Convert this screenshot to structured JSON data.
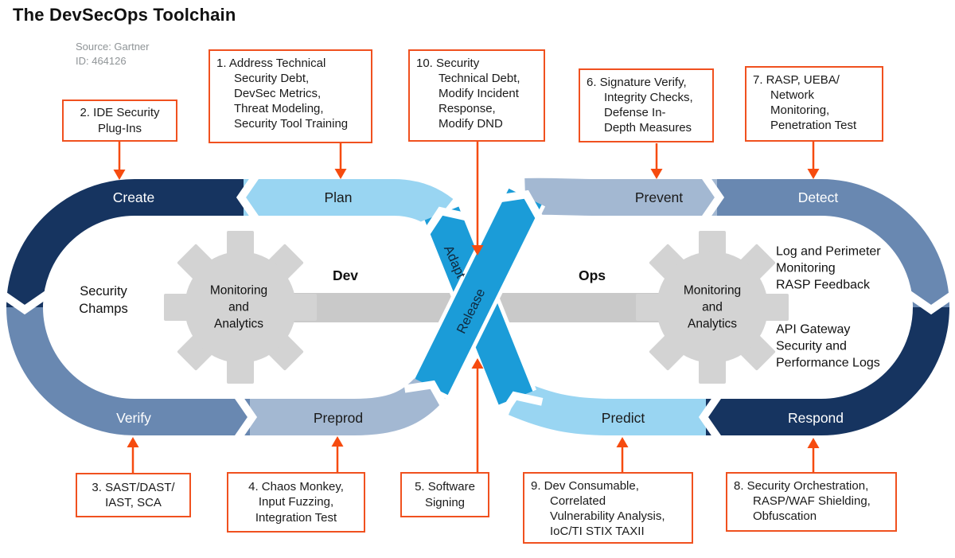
{
  "title": "The DevSecOps Toolchain",
  "source": {
    "line1": "Source: Gartner",
    "line2": "ID: 464126"
  },
  "colors": {
    "navy": "#163460",
    "slate": "#6988B1",
    "pale_blue": "#A3B8D2",
    "light_blue": "#99D5F2",
    "bright_blue": "#1B9CD8",
    "gear_gray": "#D3D3D3",
    "bar_gray": "#C9C9C9",
    "accent_orange": "#F0511F",
    "text_dark": "#1A1A1A",
    "text_light": "#FFFFFF"
  },
  "phases": {
    "create": "Create",
    "plan": "Plan",
    "prevent": "Prevent",
    "detect": "Detect",
    "verify": "Verify",
    "preprod": "Preprod",
    "predict": "Predict",
    "respond": "Respond",
    "adapt": "Adapt",
    "release": "Release"
  },
  "inner": {
    "dev": "Dev",
    "ops": "Ops",
    "security_champs": [
      "Security",
      "Champs"
    ],
    "monitoring_left": [
      "Monitoring",
      "and",
      "Analytics"
    ],
    "monitoring_right": [
      "Monitoring",
      "and",
      "Analytics"
    ],
    "log_perimeter": [
      "Log and Perimeter",
      "Monitoring",
      "RASP Feedback"
    ],
    "api_gateway": [
      "API Gateway",
      "Security and",
      "Performance Logs"
    ]
  },
  "callouts": [
    {
      "num": "1",
      "lines": [
        "1. Address Technical",
        "Security Debt,",
        "DevSec Metrics,",
        "Threat Modeling,",
        "Security Tool Training"
      ]
    },
    {
      "num": "2",
      "lines": [
        "2. IDE Security",
        "Plug-Ins"
      ]
    },
    {
      "num": "3",
      "lines": [
        "3. SAST/DAST/",
        "IAST, SCA"
      ]
    },
    {
      "num": "4",
      "lines": [
        "4. Chaos Monkey,",
        "Input Fuzzing,",
        "Integration Test"
      ]
    },
    {
      "num": "5",
      "lines": [
        "5. Software",
        "Signing"
      ]
    },
    {
      "num": "6",
      "lines": [
        "6. Signature Verify,",
        "Integrity Checks,",
        "Defense In-",
        "Depth Measures"
      ]
    },
    {
      "num": "7",
      "lines": [
        "7. RASP, UEBA/",
        "Network",
        "Monitoring,",
        "Penetration Test"
      ]
    },
    {
      "num": "8",
      "lines": [
        "8. Security Orchestration,",
        "RASP/WAF Shielding,",
        "Obfuscation"
      ]
    },
    {
      "num": "9",
      "lines": [
        "9. Dev Consumable,",
        "Correlated",
        "Vulnerability Analysis,",
        "IoC/TI STIX TAXII"
      ]
    },
    {
      "num": "10",
      "lines": [
        "10. Security",
        "Technical Debt,",
        "Modify Incident",
        "Response,",
        "Modify DND"
      ]
    }
  ]
}
